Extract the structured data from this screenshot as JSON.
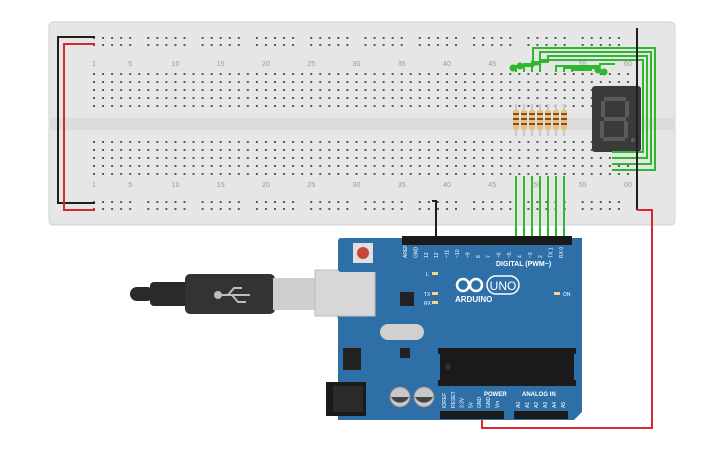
{
  "breadboard": {
    "column_numbers_top": [
      "1",
      "5",
      "10",
      "15",
      "20",
      "25",
      "30",
      "35",
      "40",
      "45",
      "50",
      "55",
      "60"
    ],
    "column_numbers_bottom": [
      "1",
      "5",
      "10",
      "15",
      "20",
      "25",
      "30",
      "35",
      "40",
      "45",
      "50",
      "55",
      "60"
    ]
  },
  "arduino": {
    "brand": "ARDUINO",
    "model": "UNO",
    "digital_header_label": "DIGITAL (PWM~)",
    "power_label": "POWER",
    "analog_label": "ANALOG IN",
    "led_l": "L",
    "led_tx": "TX",
    "led_rx": "RX",
    "led_on": "ON",
    "digital_pins": [
      "AREF",
      "GND",
      "13",
      "12",
      "~11",
      "~10",
      "~9",
      "8",
      "7",
      "~6",
      "~5",
      "4",
      "~3",
      "2",
      "TX 1",
      "RX 0"
    ],
    "power_pins": [
      "IOREF",
      "RESET",
      "3.3V",
      "5V",
      "GND",
      "GND",
      "Vin"
    ],
    "analog_pins": [
      "A0",
      "A1",
      "A2",
      "A3",
      "A4",
      "A5"
    ],
    "colors": {
      "board": "#2f6fa8",
      "header": "#1a1a1a"
    }
  },
  "seven_segment": {
    "digit": "8",
    "color": "#3a3a3a"
  },
  "wires": {
    "green": "#2db82d",
    "red": "#d9272d",
    "black": "#1e1e1e"
  }
}
